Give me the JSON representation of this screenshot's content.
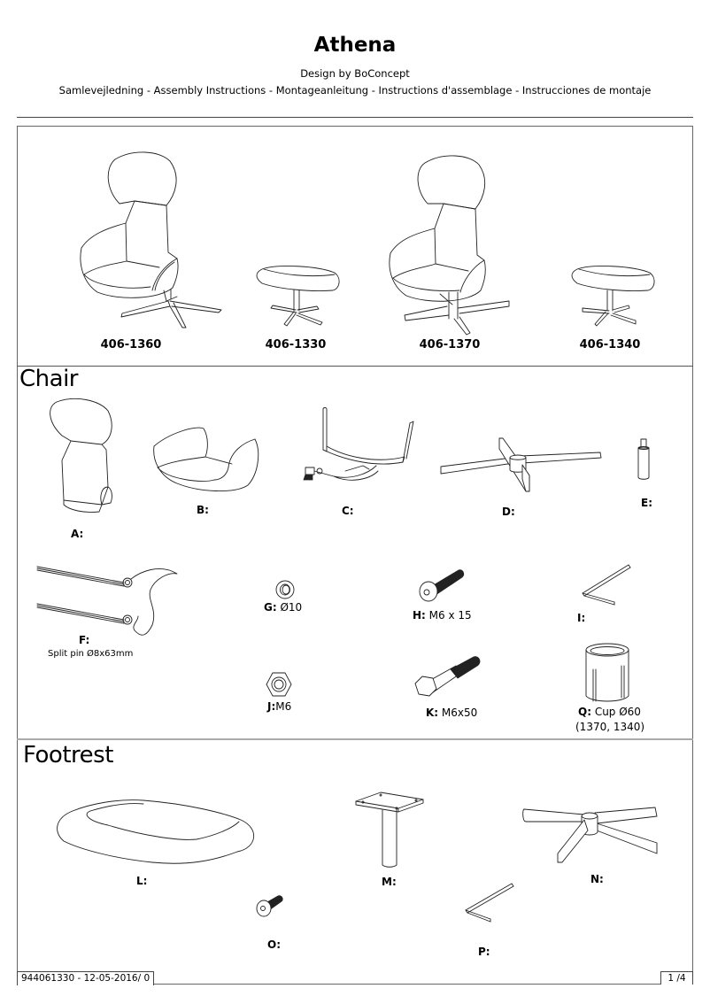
{
  "header": {
    "title": "Athena",
    "subtitle": "Design by BoConcept",
    "languages": "Samlevejledning - Assembly Instructions - Montageanleitung - Instructions d'assemblage - Instrucciones de montaje"
  },
  "models": [
    {
      "code": "406-1360",
      "icon": "high-back-chair-icon"
    },
    {
      "code": "406-1330",
      "icon": "footrest-icon"
    },
    {
      "code": "406-1370",
      "icon": "high-back-chair-icon"
    },
    {
      "code": "406-1340",
      "icon": "footrest-icon"
    }
  ],
  "sections": {
    "chair": {
      "title": "Chair",
      "parts": [
        {
          "letter": "A:",
          "value": "",
          "icon": "backrest-icon"
        },
        {
          "letter": "B:",
          "value": "",
          "icon": "seat-shell-icon"
        },
        {
          "letter": "C:",
          "value": "",
          "icon": "seat-bracket-icon"
        },
        {
          "letter": "D:",
          "value": "",
          "icon": "star-base-icon"
        },
        {
          "letter": "E:",
          "value": "",
          "icon": "gas-cylinder-icon"
        },
        {
          "letter": "F:",
          "value": "",
          "note": "Split pin Ø8x63mm",
          "icon": "split-pin-icon"
        },
        {
          "letter": "G:",
          "value": " Ø10",
          "icon": "washer-icon"
        },
        {
          "letter": "H:",
          "value": " M6 x 15",
          "icon": "flat-head-bolt-icon"
        },
        {
          "letter": "I:",
          "value": "",
          "icon": "allen-key-icon"
        },
        {
          "letter": "J:",
          "value": "M6",
          "icon": "hex-nut-icon"
        },
        {
          "letter": "K:",
          "value": " M6x50",
          "icon": "hex-bolt-icon"
        },
        {
          "letter": "Q:",
          "value": " Cup Ø60",
          "note": "(1370, 1340)",
          "icon": "cup-sleeve-icon"
        }
      ]
    },
    "footrest": {
      "title": "Footrest",
      "parts": [
        {
          "letter": "L:",
          "value": "",
          "icon": "footrest-cushion-icon"
        },
        {
          "letter": "M:",
          "value": "",
          "icon": "column-plate-icon"
        },
        {
          "letter": "N:",
          "value": "",
          "icon": "star-base-icon"
        },
        {
          "letter": "O:",
          "value": "",
          "icon": "flat-head-bolt-icon"
        },
        {
          "letter": "P:",
          "value": "",
          "icon": "allen-key-icon"
        }
      ]
    }
  },
  "footer": {
    "doc_ref": "944061330 - 12-05-2016/ 0",
    "page": "1 /4"
  }
}
